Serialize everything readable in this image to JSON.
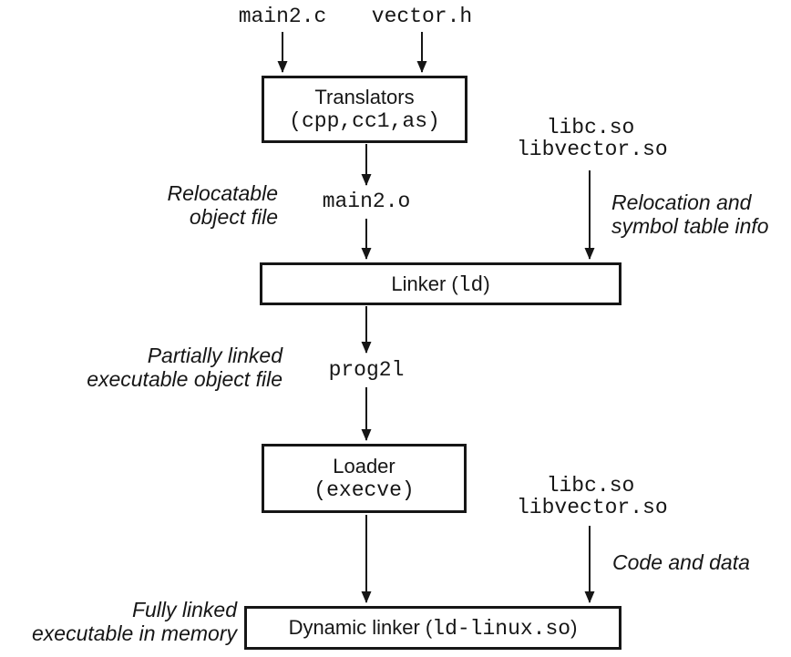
{
  "diagram": {
    "inputs": {
      "source_file": "main2.c",
      "header_file": "vector.h"
    },
    "translators_box": {
      "title": "Translators",
      "tools": "(cpp,cc1,as)"
    },
    "shared_libs_top": {
      "line1": "libc.so",
      "line2": "libvector.so"
    },
    "relocatable_label": {
      "line1": "Relocatable",
      "line2": "object file"
    },
    "relocatable_object_file": "main2.o",
    "relocation_info_label": {
      "line1": "Relocation and",
      "line2": "symbol table info"
    },
    "linker_box": {
      "prefix": "Linker (",
      "cmd": "ld",
      "suffix": ")"
    },
    "partially_linked_label": {
      "line1": "Partially linked",
      "line2": "executable object file"
    },
    "partially_linked_file": "prog2l",
    "loader_box": {
      "title": "Loader",
      "cmd": "(execve)"
    },
    "shared_libs_bottom": {
      "line1": "libc.so",
      "line2": "libvector.so"
    },
    "code_and_data_label": "Code and data",
    "fully_linked_label": {
      "line1": "Fully linked",
      "line2": "executable in memory"
    },
    "dynamic_linker_box": {
      "prefix": "Dynamic linker (",
      "cmd": "ld-linux.so",
      "suffix": ")"
    }
  },
  "colors": {
    "ink": "#161616",
    "background": "#ffffff"
  }
}
